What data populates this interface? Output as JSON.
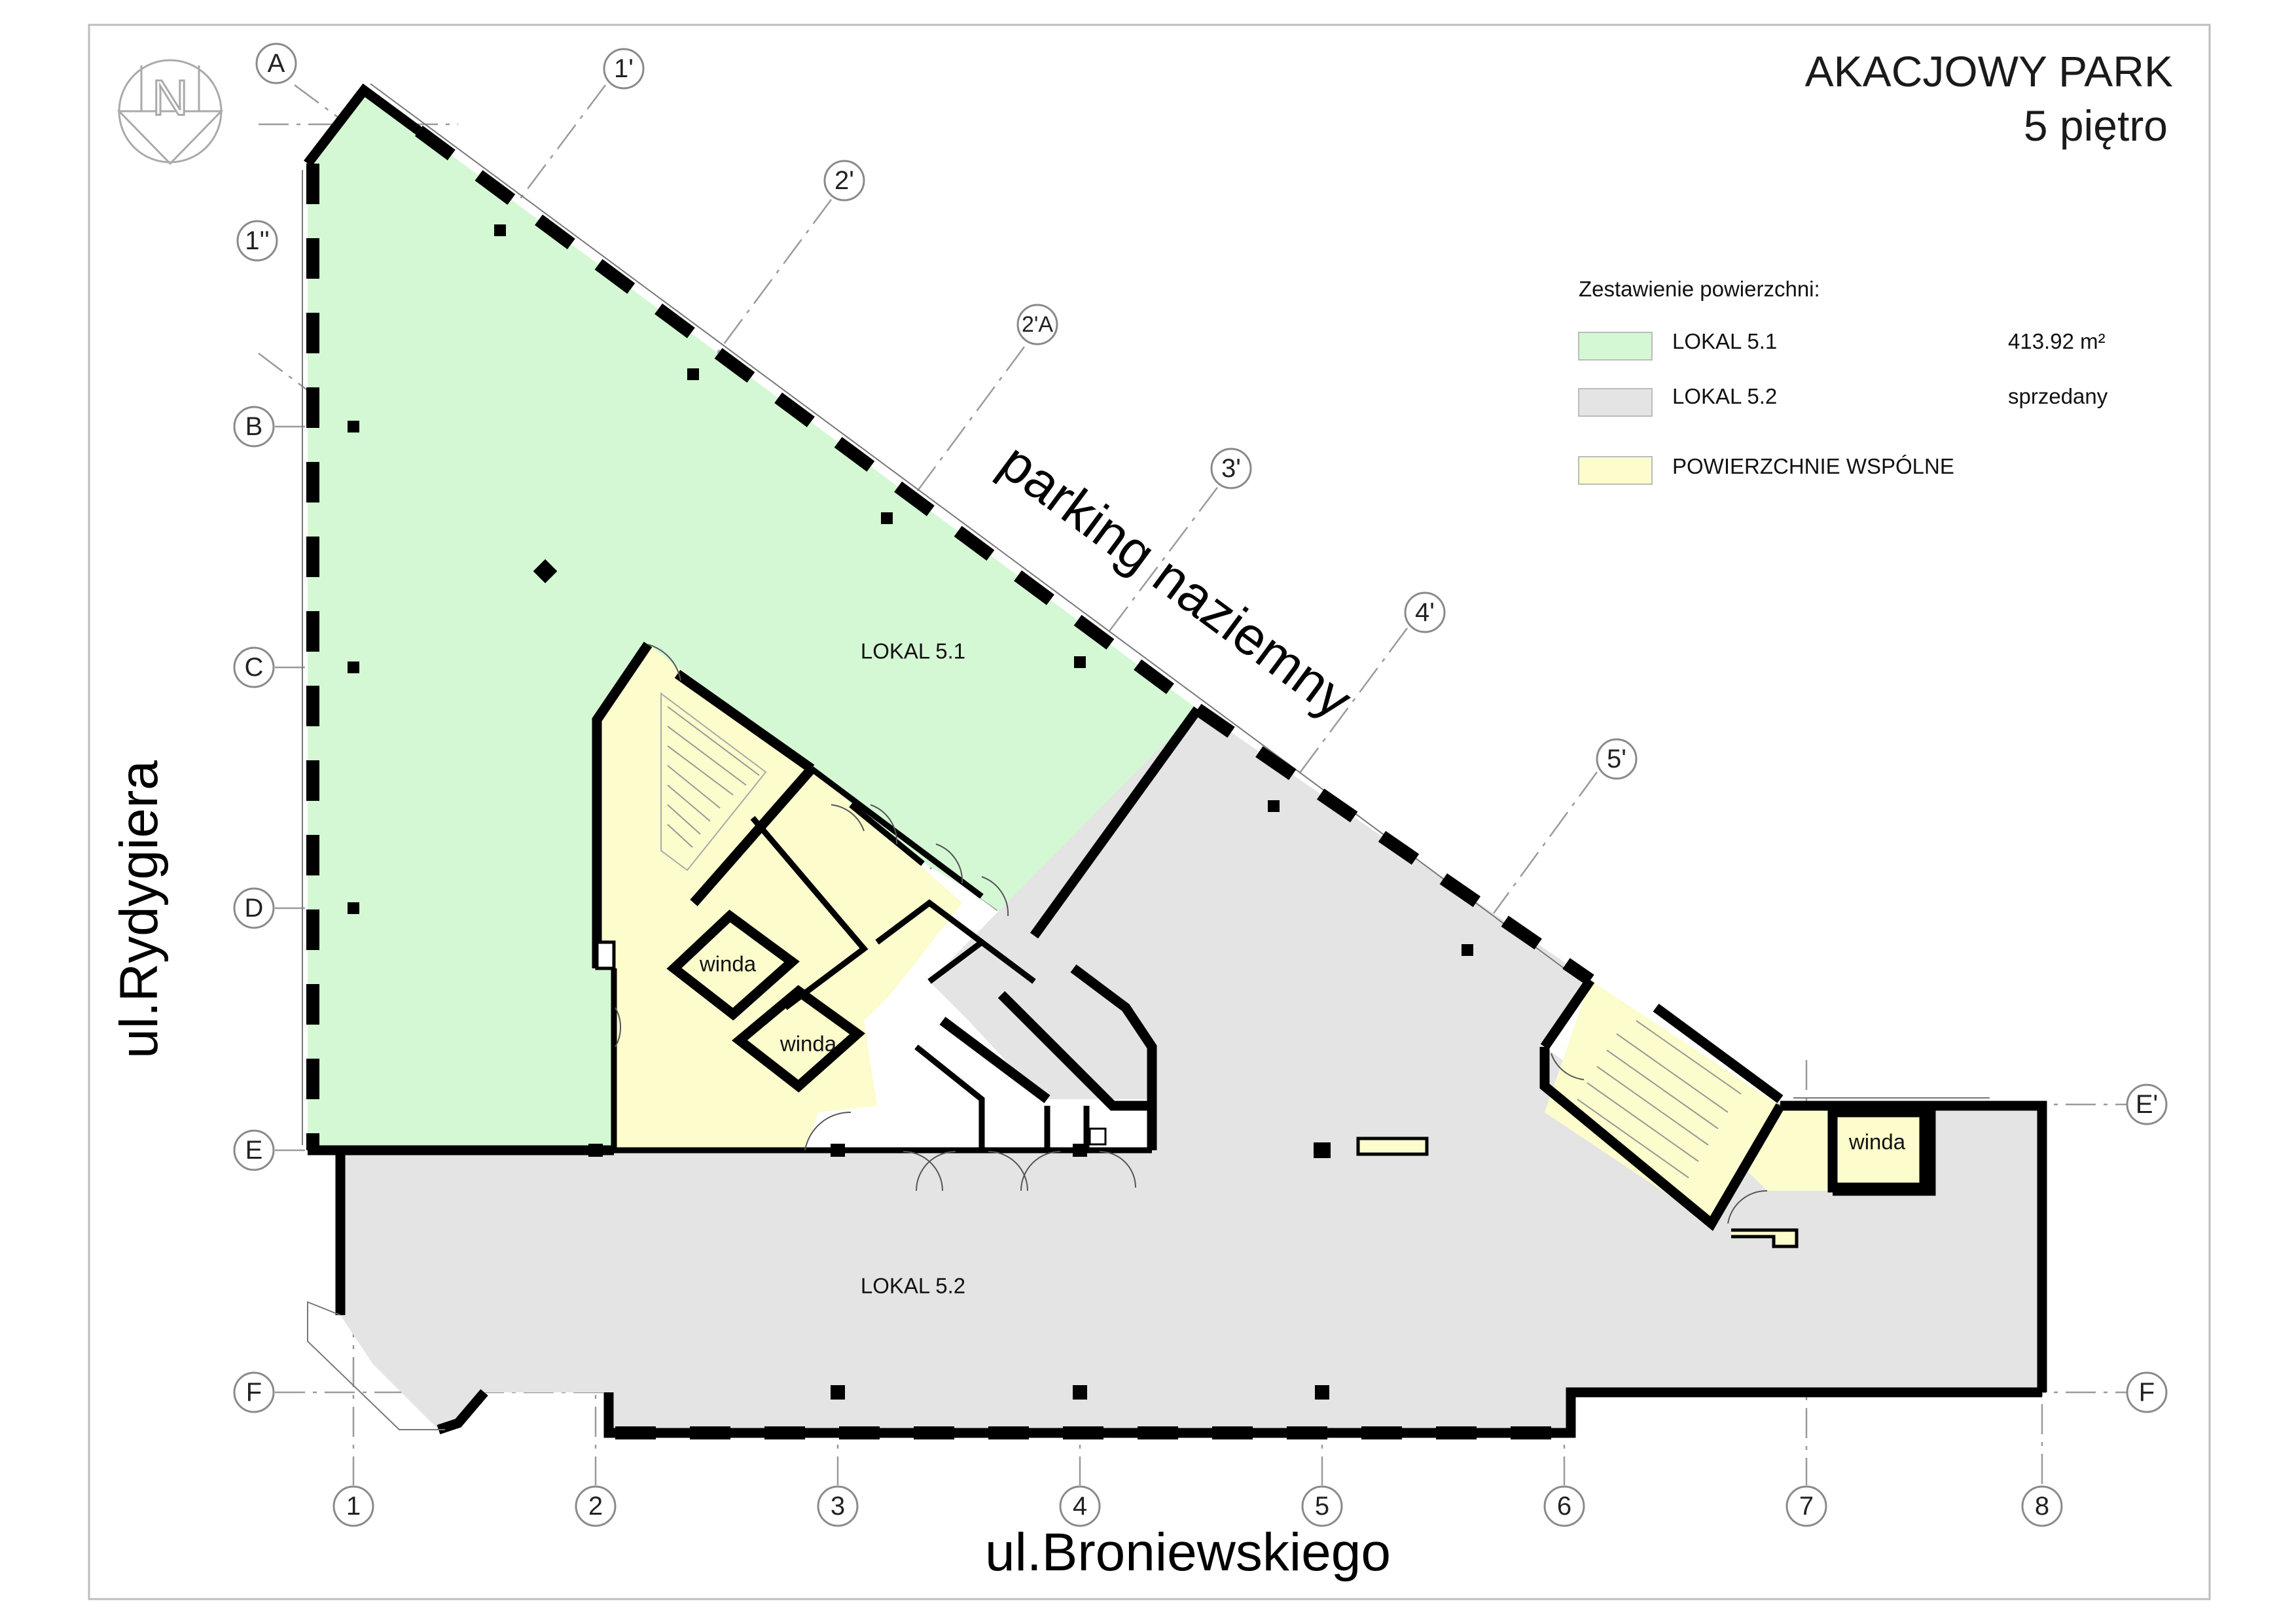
{
  "title": {
    "line1": "AKACJOWY PARK",
    "line2": "5 piętro"
  },
  "compass": {
    "letter": "N",
    "icon": "north-arrow-icon"
  },
  "streets": {
    "bottom": "ul.Broniewskiego",
    "left": "ul.Rydygiera",
    "diagonal": "parking naziemny"
  },
  "axes": {
    "top_row": [
      {
        "label": "A"
      },
      {
        "label": "1'"
      },
      {
        "label": "1''"
      },
      {
        "label": "2'"
      },
      {
        "label": "2'A"
      },
      {
        "label": "3'"
      },
      {
        "label": "4'"
      },
      {
        "label": "5'"
      }
    ],
    "left_column": [
      {
        "label": "B"
      },
      {
        "label": "C"
      },
      {
        "label": "D"
      },
      {
        "label": "E"
      },
      {
        "label": "F"
      }
    ],
    "right_column": [
      {
        "label": "E'"
      },
      {
        "label": "F"
      }
    ],
    "bottom_row": [
      {
        "label": "1"
      },
      {
        "label": "2"
      },
      {
        "label": "3"
      },
      {
        "label": "4"
      },
      {
        "label": "5"
      },
      {
        "label": "6"
      },
      {
        "label": "7"
      },
      {
        "label": "8"
      }
    ]
  },
  "rooms": {
    "lokal_51": "LOKAL 5.1",
    "lokal_52": "LOKAL 5.2",
    "winda": "winda"
  },
  "legend": {
    "heading": "Zestawienie powierzchni:",
    "items": [
      {
        "label": "LOKAL 5.1",
        "value": "413.92 m²",
        "color": "#d4f8d4"
      },
      {
        "label": "LOKAL 5.2",
        "value": "sprzedany",
        "color": "#e4e4e4"
      },
      {
        "label": "POWIERZCHNIE WSPÓLNE",
        "value": "",
        "color": "#fcfccc"
      }
    ]
  },
  "colors": {
    "lokal_51": "#d4f8d4",
    "lokal_52": "#e4e4e4",
    "common": "#fcfccc",
    "walls": "#000000",
    "axes": "#9a9a9a"
  }
}
